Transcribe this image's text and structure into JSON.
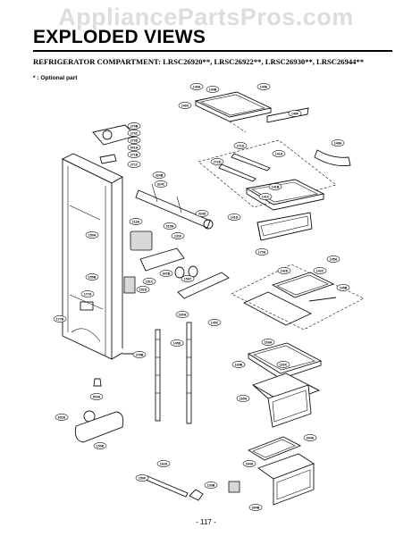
{
  "watermark": "AppliancePartsPros.com",
  "header": {
    "title": "EXPLODED VIEWS",
    "subtitle": "REFRIGERATOR COMPARTMENT: LRSC26920**, LRSC26922**, LRSC26930**, LRSC26944**",
    "optional_note": "* : Optional part"
  },
  "page_number": "- 117 -",
  "callouts": {
    "c140a": "140A",
    "c140b": "140B",
    "c140c": "140C",
    "c140e": "140E",
    "c140f": "140F",
    "c270b": "270B",
    "c270c": "270C",
    "c270d": "270D",
    "c601a": "601A",
    "c271b": "271B",
    "c271c": "271C",
    "c271d": "271D",
    "c272d": "272D",
    "c141a": "141A",
    "c148a": "148A",
    "c324b": "324B",
    "c324c": "324C",
    "c324d": "324D",
    "c141b": "141B",
    "c141c": "141C",
    "c141d": "141D",
    "c116a": "116A",
    "c315a": "315A",
    "c131f": "131F",
    "c170a": "170A",
    "c150a": "150A",
    "c150b": "150B",
    "c142d": "142D",
    "c142c": "142C",
    "c145a": "145A",
    "c145b": "145B",
    "c151c": "151C",
    "c151d": "151D",
    "c601b": "601B",
    "c150c": "150C",
    "c177a": "177A",
    "c177b": "177B",
    "c160a": "160A",
    "c145c": "145C",
    "c145d": "145D",
    "c279b": "279B",
    "c169a": "169A",
    "c160b": "160B",
    "c166c": "166C",
    "c165a": "165A",
    "c503a": "503A",
    "c601e": "601E",
    "c150e": "150E",
    "c604a": "604A",
    "c162a": "162A",
    "c150f": "150F",
    "c130b": "130B",
    "c164a": "164A",
    "c604b": "604B"
  }
}
